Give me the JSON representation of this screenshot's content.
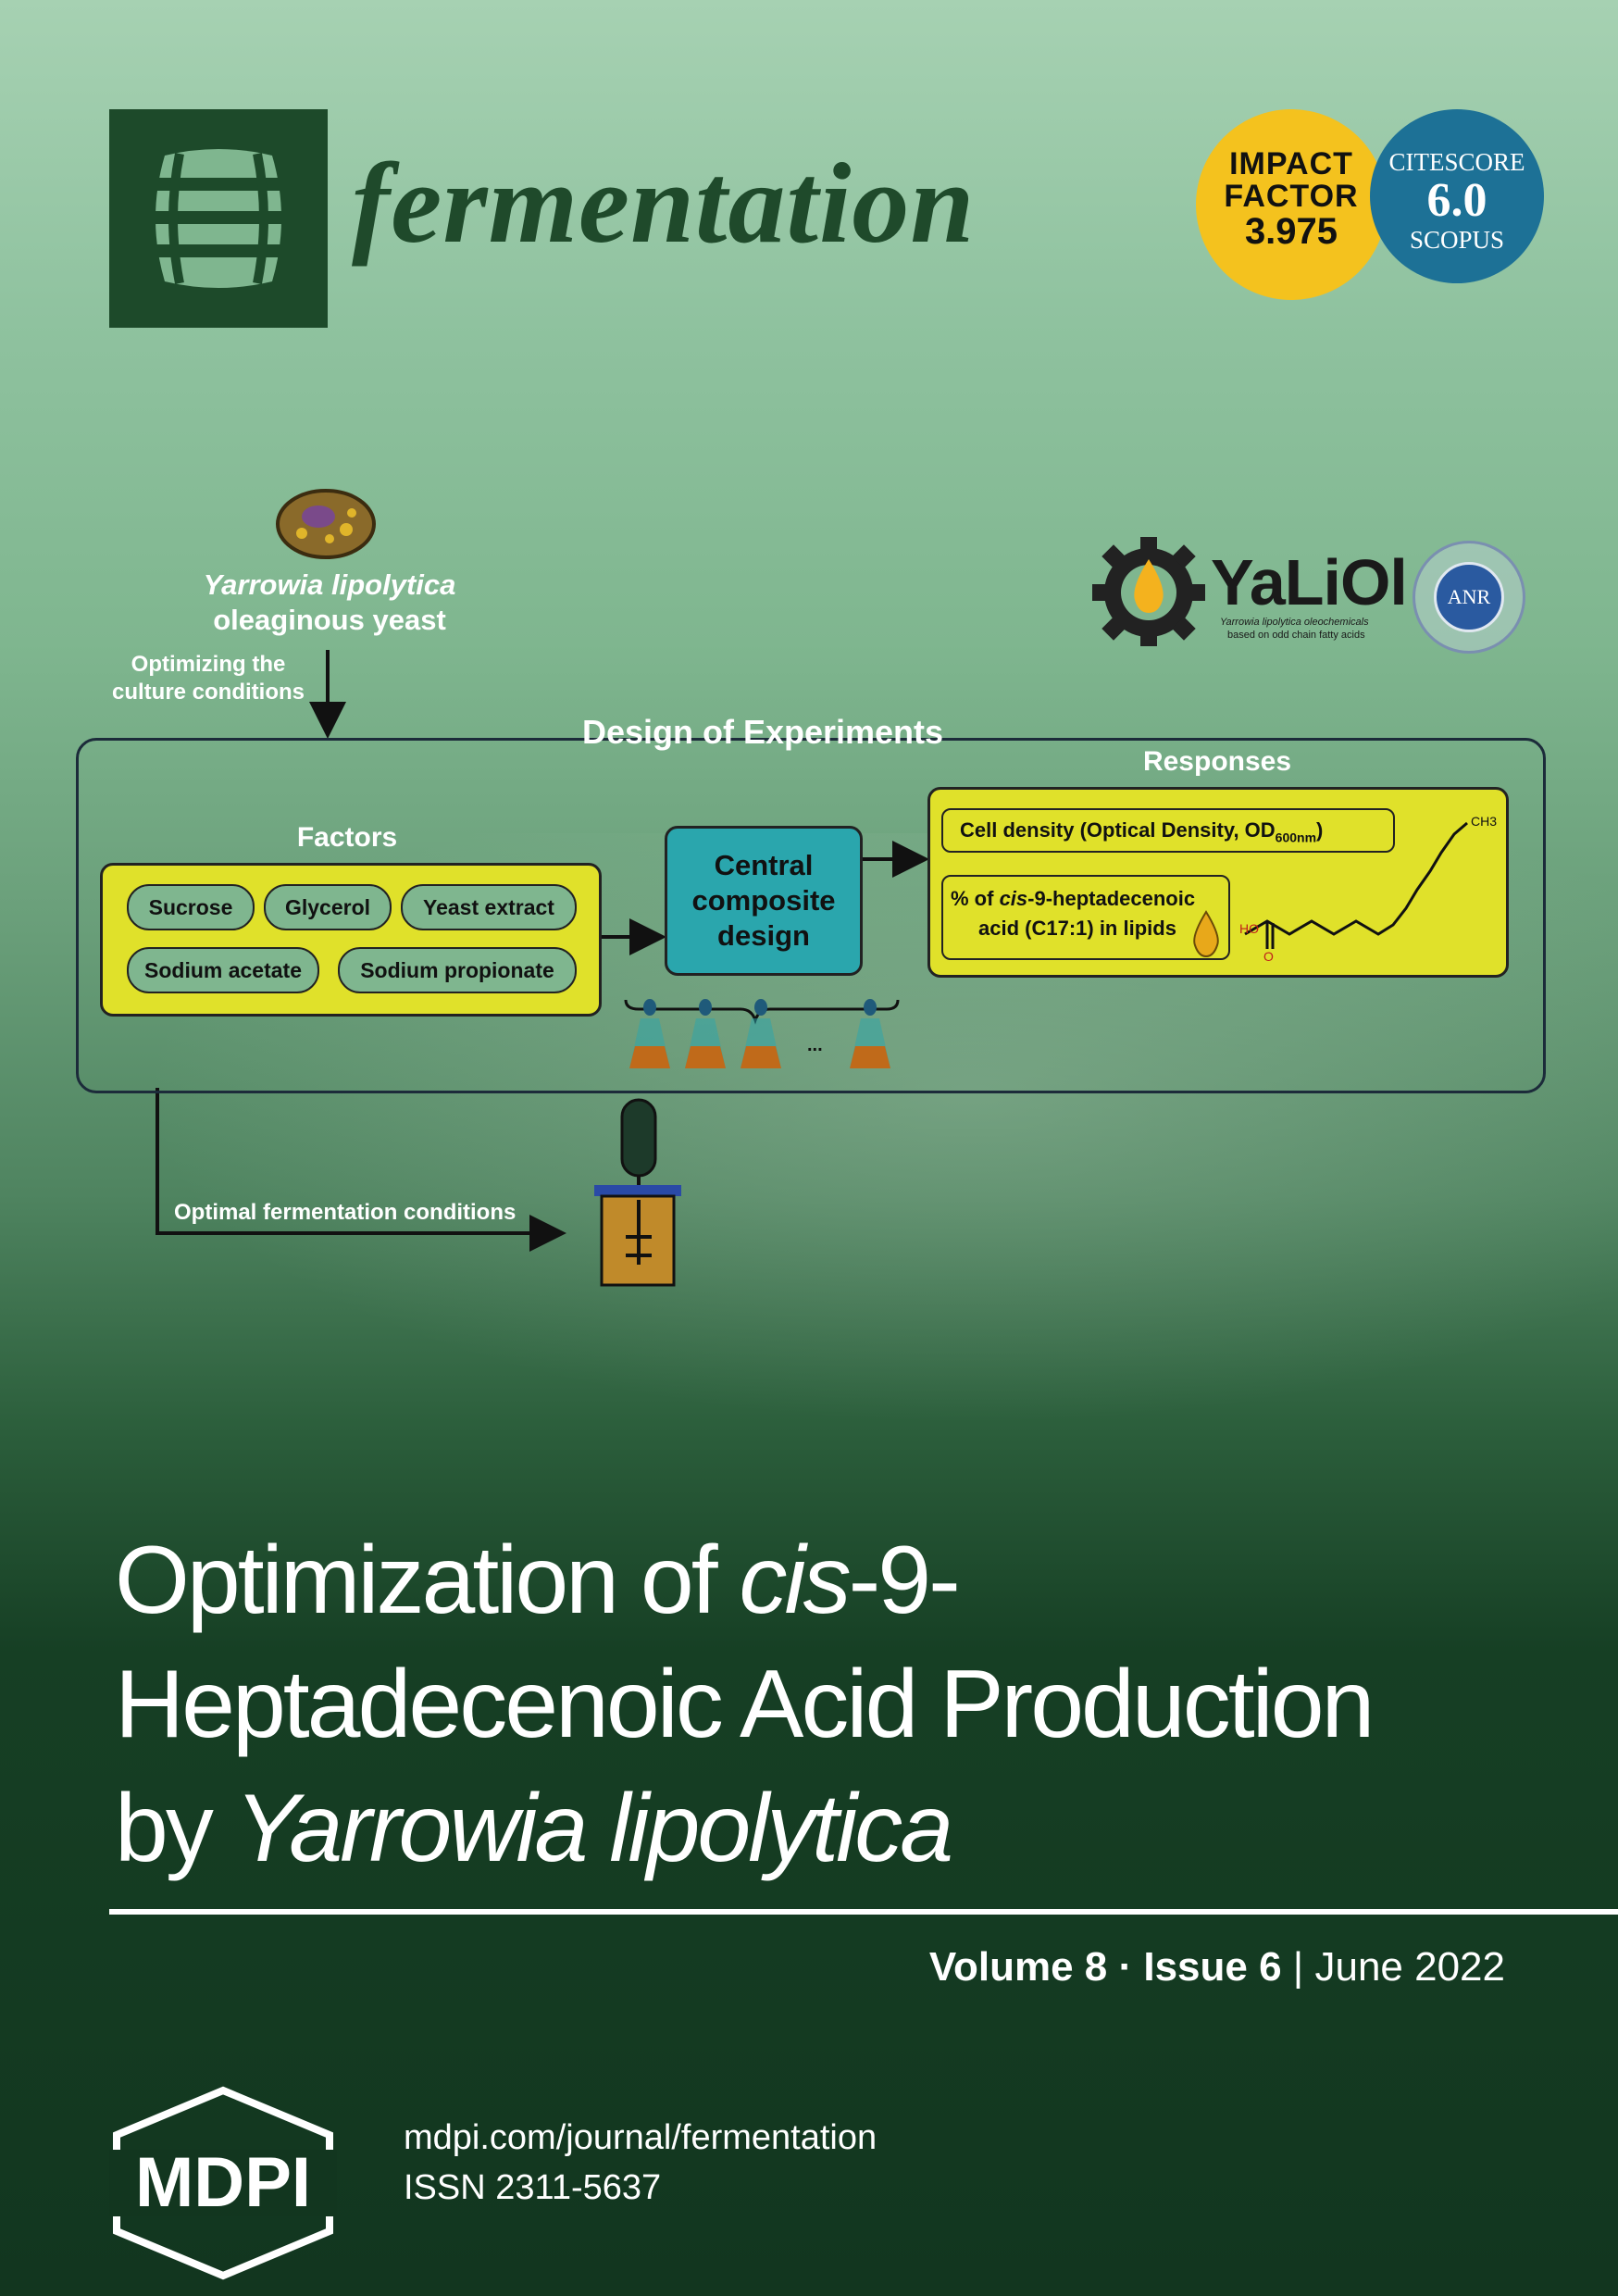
{
  "header": {
    "journal_name": "fermentation",
    "impact": {
      "label1": "IMPACT",
      "label2": "FACTOR",
      "value": "3.975"
    },
    "citescore": {
      "label": "CITESCORE",
      "value": "6.0",
      "source": "SCOPUS"
    }
  },
  "diagram": {
    "organism_name": "Yarrowia lipolytica",
    "organism_desc": "oleaginous yeast",
    "optimizing_line1": "Optimizing the",
    "optimizing_line2": "culture conditions",
    "doe_title": "Design of Experiments",
    "factors_title": "Factors",
    "factors": [
      "Sucrose",
      "Glycerol",
      "Yeast extract",
      "Sodium acetate",
      "Sodium propionate"
    ],
    "ccd_line1": "Central",
    "ccd_line2": "composite",
    "ccd_line3": "design",
    "responses_title": "Responses",
    "response1_main": "Cell density (Optical Density, OD",
    "response1_sub": "600nm",
    "response1_close": ")",
    "response2_pre": "% of ",
    "response2_italic": "cis",
    "response2_post": "-9-heptadecenoic",
    "response2_line2": "acid (C17:1) in lipids",
    "molecule_ho": "HO",
    "molecule_o": "O",
    "molecule_ch3": "CH3",
    "ellipsis": "...",
    "optimal_label": "Optimal fermentation conditions",
    "yaliol": {
      "name": "YaLiOl",
      "tagline1": "Yarrowia lipolytica oleochemicals",
      "tagline2": "based on odd chain fatty acids"
    },
    "anr": "ANR"
  },
  "article": {
    "line1_a": "Optimization of ",
    "line1_b": "cis",
    "line1_c": "-9-",
    "line2": "Heptadecenoic Acid Production",
    "line3_a": "by ",
    "line3_b": "Yarrowia lipolytica"
  },
  "issue": {
    "volume": "Volume 8",
    "sep": " · ",
    "issue": "Issue 6",
    "bar": " | ",
    "date": "June 2022"
  },
  "footer": {
    "publisher": "MDPI",
    "url": "mdpi.com/journal/fermentation",
    "issn": "ISSN 2311-5637"
  },
  "colors": {
    "journal_green": "#1f4a2b",
    "impact_yellow": "#f4c21e",
    "citescore_blue": "#1d7196",
    "box_yellow": "#e0e12a",
    "ccd_teal": "#2aa6ad"
  }
}
